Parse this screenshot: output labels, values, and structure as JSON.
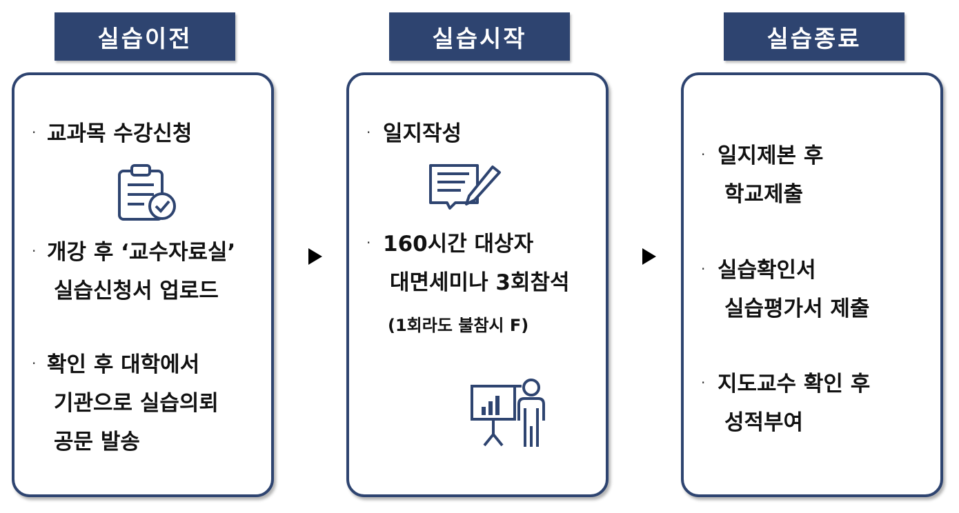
{
  "stages": [
    {
      "title": "실습이전",
      "items": [
        {
          "lines": [
            "교과목 수강신청"
          ]
        },
        {
          "lines": [
            "개강 후 ‘교수자료실’",
            "실습신청서 업로드"
          ]
        },
        {
          "lines": [
            "확인 후 대학에서",
            "기관으로 실습의뢰",
            "공문 발송"
          ]
        }
      ],
      "icon": "clipboard-check-icon"
    },
    {
      "title": "실습시작",
      "items": [
        {
          "lines": [
            "일지작성"
          ]
        },
        {
          "lines": [
            "160시간 대상자",
            "대면세미나 3회참석"
          ],
          "note": "(1회라도 불참시 F)"
        }
      ],
      "icons": [
        "document-pen-icon",
        "presenter-board-icon"
      ]
    },
    {
      "title": "실습종료",
      "items": [
        {
          "lines": [
            "일지제본 후",
            "학교제출"
          ]
        },
        {
          "lines": [
            "실습확인서",
            "실습평가서 제출"
          ]
        },
        {
          "lines": [
            "지도교수 확인 후",
            "성적부여"
          ]
        }
      ]
    }
  ],
  "bullet_glyph": "·",
  "colors": {
    "accent": "#2e4470",
    "text": "#111111",
    "background": "#ffffff"
  }
}
